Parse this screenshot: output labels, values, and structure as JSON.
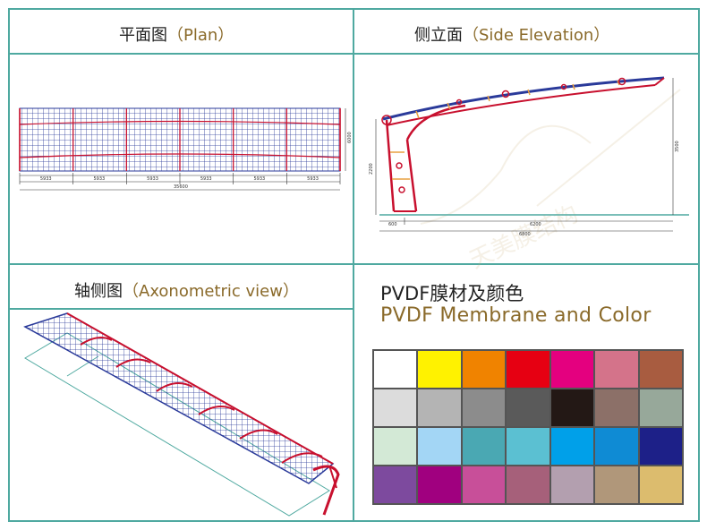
{
  "panels": {
    "plan": {
      "title_cn": "平面图",
      "title_en": "Plan"
    },
    "side": {
      "title_cn": "侧立面",
      "title_en": "Side Elevation"
    },
    "axo": {
      "title_cn": "轴侧图",
      "title_en": "Axonometric view"
    }
  },
  "plan_dims": {
    "bays": [
      "5933",
      "5933",
      "5933",
      "5933",
      "5933",
      "5933"
    ],
    "total": "35600",
    "depth": "6000"
  },
  "side_dims": {
    "left_height": "2200",
    "right_height": "3500",
    "col_offset": "600",
    "span": "6200",
    "total": "6800"
  },
  "watermark": "天美膜结构",
  "pvdf": {
    "title_cn": "PVDF膜材及颜色",
    "title_en": "PVDF Membrane and Color",
    "colors": [
      "#ffffff",
      "#fff200",
      "#f08300",
      "#e60012",
      "#e4007f",
      "#d4738a",
      "#a85c40",
      "#dcdcdc",
      "#b4b4b4",
      "#8c8c8c",
      "#5a5a5a",
      "#231815",
      "#8c7068",
      "#97a89a",
      "#d3e9d6",
      "#a3d6f5",
      "#4aa8b3",
      "#5bc0d2",
      "#00a0e9",
      "#0f8bd4",
      "#1d2088",
      "#7d4a9e",
      "#a0007f",
      "#c84f99",
      "#a6607a",
      "#b39faf",
      "#b0977a",
      "#dcbc6e"
    ]
  }
}
